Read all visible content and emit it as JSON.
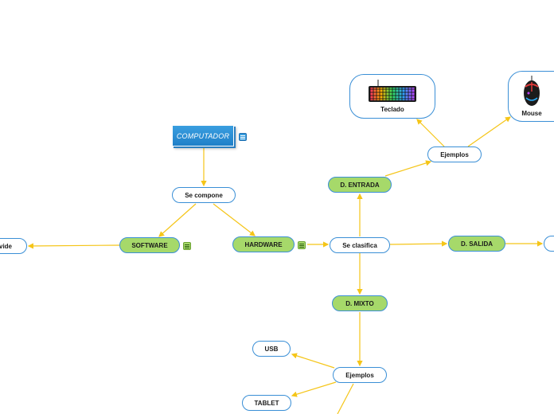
{
  "colors": {
    "edge": "#f5c518",
    "node_border": "#3a8fd6",
    "green": "#a6d96a",
    "root": "#2a8ad4"
  },
  "nodes": {
    "computador": "COMPUTADOR",
    "se_compone": "Se compone",
    "software": "SOFTWARE",
    "software_child": "ivide",
    "hardware": "HARDWARE",
    "se_clasifica": "Se clasifica",
    "d_entrada": "D. ENTRADA",
    "ejemplos_entrada": "Ejemplos",
    "teclado": "Teclado",
    "mouse": "Mouse",
    "d_salida": "D. SALIDA",
    "d_mixto": "D. MIXTO",
    "ejemplos_mixto": "Ejemplos",
    "usb": "USB",
    "tablet": "TABLET"
  },
  "icons": {
    "note": "note-icon",
    "keyboard": "keyboard-image",
    "mouse": "gaming-mouse-image"
  }
}
